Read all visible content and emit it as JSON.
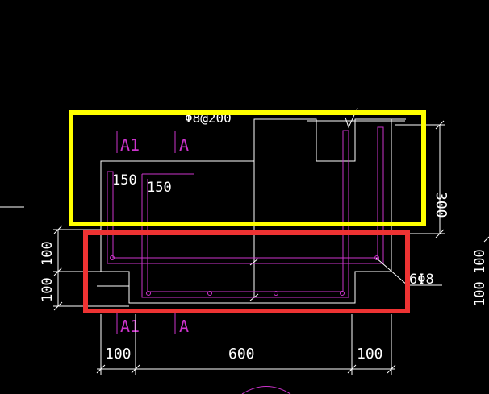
{
  "drawing": {
    "rebar_spacing_label": "Φ8@200",
    "height_dim_label": "300",
    "offset_label_1": "150",
    "offset_label_2": "150",
    "bar_count_label": "6Φ8",
    "section_labels": {
      "top_left": "A1",
      "top_right": "A",
      "bottom_left": "A1",
      "bottom_right": "A"
    },
    "left_dims": [
      "100",
      "100"
    ],
    "bottom_dims": [
      "100",
      "600",
      "100"
    ],
    "right_edge_dims": [
      "100",
      "100"
    ]
  },
  "colors": {
    "background": "#000000",
    "linework": "#ffffff",
    "rebar": "#cc33cc",
    "section_mark": "#cc33cc",
    "highlight_yellow": "#ffff00",
    "highlight_red": "#ee3333"
  }
}
